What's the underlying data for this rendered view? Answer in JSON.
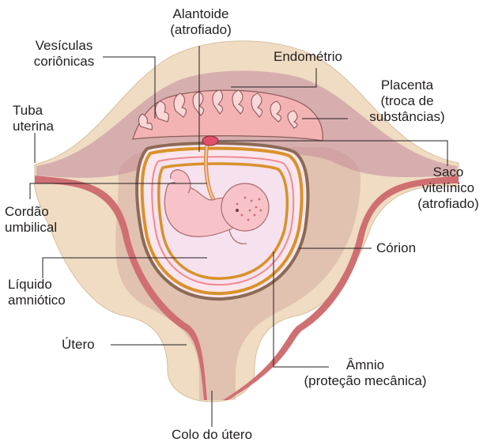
{
  "labels": {
    "alantoide": [
      "Alantoide",
      "(atrofiado)"
    ],
    "vesiculas": [
      "Vesículas",
      "coriônicas"
    ],
    "endometrio": [
      "Endométrio"
    ],
    "placenta": [
      "Placenta",
      "(troca de",
      "substâncias)"
    ],
    "tuba": [
      "Tuba",
      "uterina"
    ],
    "saco": [
      "Saco",
      "vitelínico",
      "(atrofiado)"
    ],
    "cordao": [
      "Cordão",
      "umbilical"
    ],
    "corion": [
      "Córion"
    ],
    "liquido": [
      "Líquido",
      "amniótico"
    ],
    "utero": [
      "Útero"
    ],
    "amnio": [
      "Âmnio",
      "(proteção mecânica)"
    ],
    "colo": [
      "Colo do útero"
    ]
  },
  "colors": {
    "uterus_outer": "#efdcc2",
    "endometrium": "#d7aeae",
    "uterus_lining": "#cf6f72",
    "placenta": "#f4b3b3",
    "chorion": "#d9922a",
    "amnion": "#f08a8f",
    "fluid": "#f6e2ee",
    "fetus": "#f7c3c8",
    "leader": "#231f20"
  }
}
